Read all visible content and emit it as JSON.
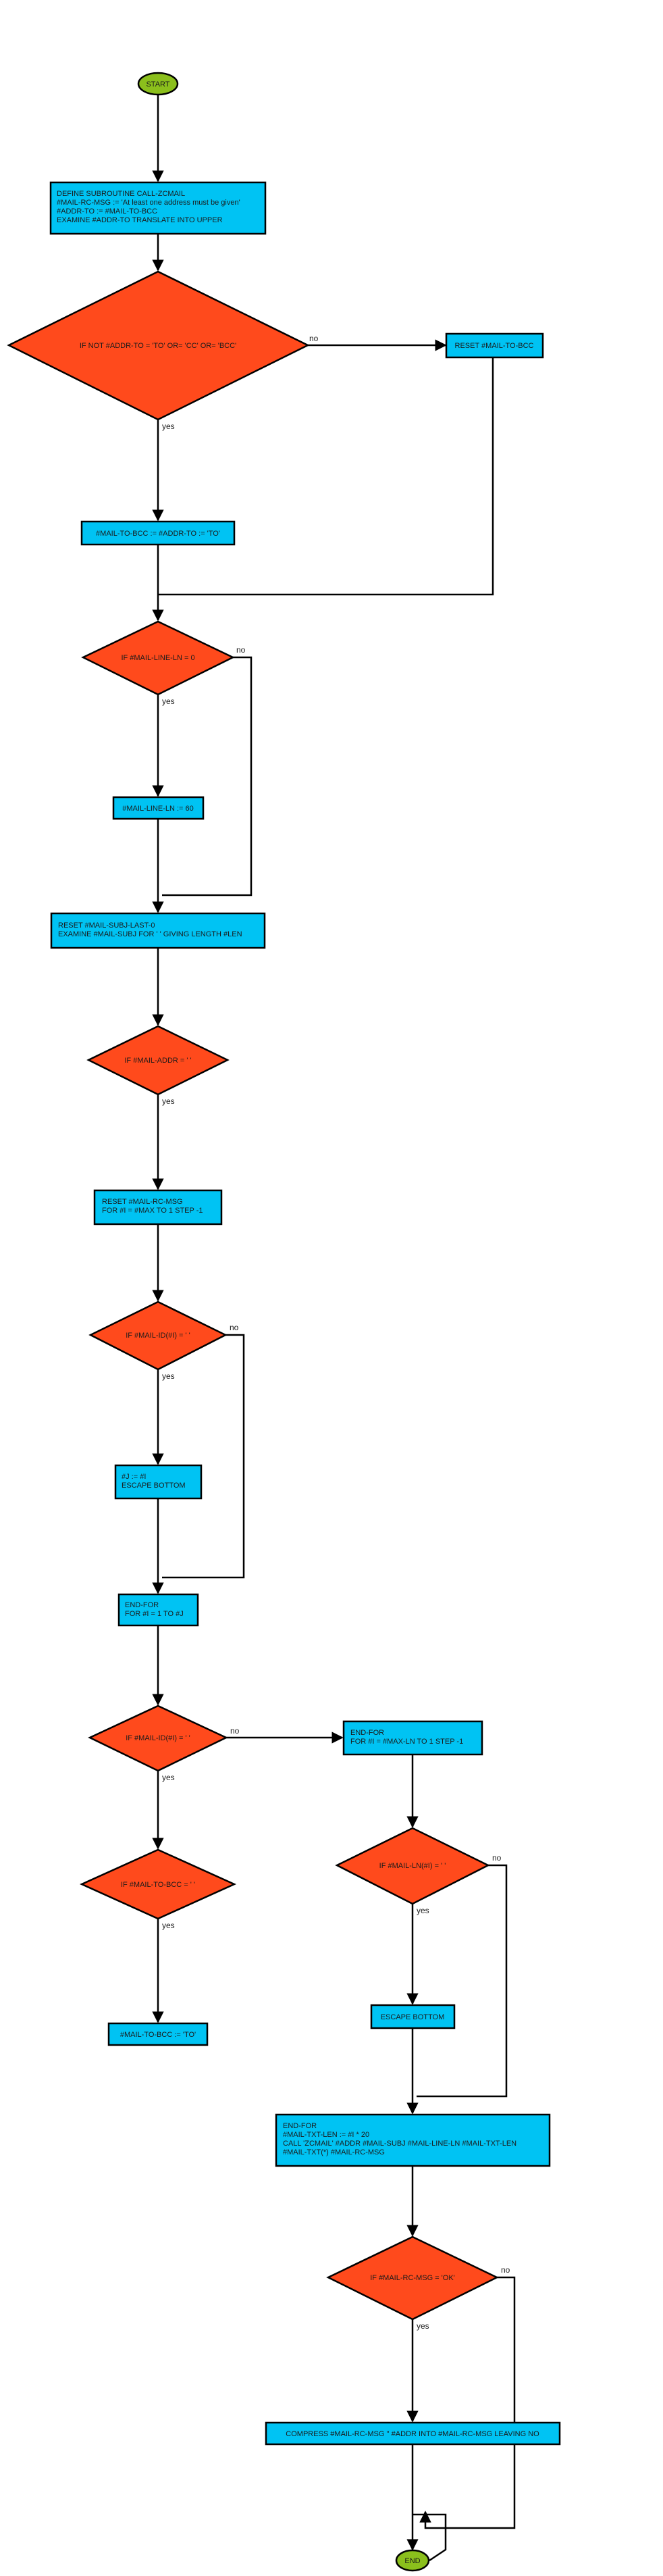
{
  "colors": {
    "terminal": "#8bbf1c",
    "process": "#00c3f3",
    "decision": "#ff4a1c",
    "stroke": "#000000"
  },
  "nodes": {
    "start": "START",
    "n1": [
      "DEFINE SUBROUTINE CALL-ZCMAIL",
      "#MAIL-RC-MSG := 'At least one address must be given'",
      "#ADDR-TO := #MAIL-TO-BCC",
      "EXAMINE #ADDR-TO TRANSLATE INTO UPPER"
    ],
    "d1": "IF NOT #ADDR-TO = 'TO' OR= 'CC' OR= 'BCC'",
    "n2": "RESET #MAIL-TO-BCC",
    "n3": "#MAIL-TO-BCC := #ADDR-TO := 'TO'",
    "d2": "IF #MAIL-LINE-LN = 0",
    "n4": "#MAIL-LINE-LN := 60",
    "n5": [
      "RESET #MAIL-SUBJ-LAST-0",
      "EXAMINE #MAIL-SUBJ FOR ' ' GIVING LENGTH #LEN"
    ],
    "d3": "IF #MAIL-ADDR = ' '",
    "n6": [
      "RESET #MAIL-RC-MSG",
      "  FOR #I = #MAX TO 1 STEP -1"
    ],
    "d4": "IF #MAIL-ID(#I) = ' '",
    "n7": [
      "#J := #I",
      "  ESCAPE BOTTOM"
    ],
    "n8": [
      "END-FOR",
      "  FOR #I = 1 TO #J"
    ],
    "d5": "IF #MAIL-ID(#I) = ' '",
    "d6": "IF #MAIL-TO-BCC = ' '",
    "n9": "#MAIL-TO-BCC := 'TO'",
    "n10": [
      "END-FOR",
      "  FOR #I = #MAX-LN TO 1 STEP -1"
    ],
    "d7": "IF #MAIL-LN(#I) = ' '",
    "n11": "ESCAPE BOTTOM",
    "n12": [
      "END-FOR",
      "#MAIL-TXT-LEN := #I * 20",
      "CALL 'ZCMAIL' #ADDR #MAIL-SUBJ #MAIL-LINE-LN #MAIL-TXT-LEN",
      "#MAIL-TXT(*) #MAIL-RC-MSG"
    ],
    "d8": "IF #MAIL-RC-MSG = 'OK'",
    "n13": "COMPRESS #MAIL-RC-MSG '' #ADDR INTO #MAIL-RC-MSG LEAVING NO",
    "end": "END"
  },
  "edge_labels": {
    "yes": "yes",
    "no": "no"
  }
}
